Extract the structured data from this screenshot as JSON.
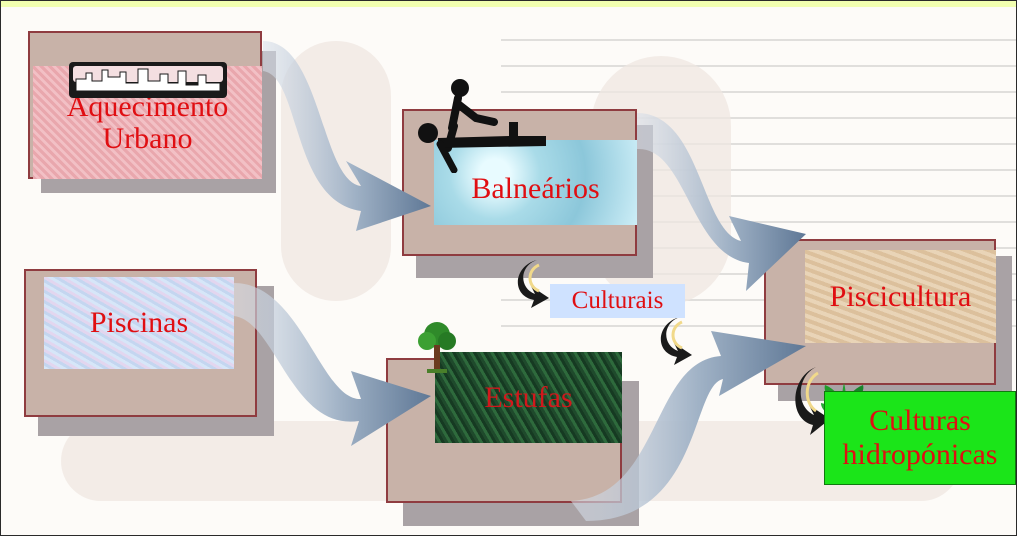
{
  "diagram": {
    "nodes": {
      "aquecimento": {
        "line1": "Aquecimento",
        "line2": "Urbano"
      },
      "balnearios": "Balneários",
      "piscinas": "Piscinas",
      "estufas": "Estufas",
      "piscicultura": "Piscicultura",
      "culturais": "Culturais",
      "hidroponicas": {
        "line1": "Culturas",
        "line2": "hidropónicas"
      }
    },
    "flows": [
      {
        "from": "Aquecimento Urbano",
        "to": "Balneários"
      },
      {
        "from": "Balneários",
        "to": "Piscicultura"
      },
      {
        "from": "Piscinas",
        "to": "Estufas"
      },
      {
        "from": "Estufas",
        "to": "Piscicultura"
      },
      {
        "from": "Balneários",
        "to": "Culturais"
      },
      {
        "from": "Culturais",
        "to": "Estufas"
      },
      {
        "from": "Piscicultura",
        "to": "Culturas hidropónicas"
      }
    ],
    "icons": [
      "city-skyline-icon",
      "massage-icon",
      "tree-icon",
      "plant-icon",
      "curved-arrow-icon"
    ],
    "colors": {
      "label_text": "#e00e12",
      "panel": "#c8b2a8",
      "panel_border": "#8f3c40",
      "flow_arrow": "#7f95ad",
      "hidroponicas_box": "#1be519",
      "culturais_box": "#cfe2ff"
    }
  }
}
